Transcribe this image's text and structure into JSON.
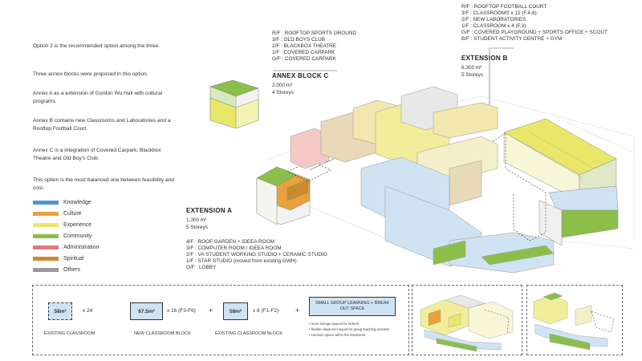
{
  "intro": {
    "p1": "Option 2 is the recommended option among the three.",
    "p2": "Three annex blocks were proposed in this option.",
    "p3": "Annex A as a extension of Gordon Wu Hall with cultural programs.",
    "p4": "Annex B contains new Classrooms and Laboratories and a Rooftop Football Court.",
    "p5": "Annex C is a integration of Covered Carpark, Blackbox Theatre and Old Boy's Club.",
    "p6": "This option is the most balanced one between feasibility and cost."
  },
  "legend": [
    {
      "label": "Knowledge",
      "color": "#4f98c9"
    },
    {
      "label": "Culture",
      "color": "#e9a23b"
    },
    {
      "label": "Experience",
      "color": "#e9e76a"
    },
    {
      "label": "Community",
      "color": "#8cbf4a"
    },
    {
      "label": "Administration",
      "color": "#e07a7a"
    },
    {
      "label": "Spiritual",
      "color": "#c98b2f"
    },
    {
      "label": "Others",
      "color": "#999999"
    }
  ],
  "annex_c": {
    "floors": [
      "R/F : ROOFTOP SPORTS GROUND",
      "3/F : OLD BOYS CLUB",
      "2/F : BLACKBOX THEATRE",
      "1/F : COVERED CARPARK",
      "G/F : COVERED CARPARK"
    ],
    "title": "ANNEX BLOCK C",
    "area": "2,000 m²",
    "storeys": "4 Storeys"
  },
  "extension_b": {
    "floors": [
      "R/F : ROOFTOP FOOTBALL COURT",
      "3/F : CLASSROOMS x 12 (F.4-6)",
      "2/F : NEW LABORATORIES",
      "1/F : CLASSROOM x 4 (F.3)",
      "G/F : COVERED PLAYGROUND + SPORTS OFFICE + SCOUT",
      "B/F : STUDENT ACTIVITY CENTRE + GYM"
    ],
    "title": "EXTENSION B",
    "area": "6,300 m²",
    "storeys": "5 Storeys"
  },
  "extension_a": {
    "title": "EXTENSION A",
    "area": "1,300 m²",
    "storeys": "5 Storeys",
    "floors": [
      "4/F : ROOF GARDEN + IDEEA ROOM",
      "3/F : COMPUTER ROOM / IDEEA ROOM",
      "2/F : VA STUDENT WORKING STUDIO + CERAMIC STUDIO",
      "1/F : STAR STUDIO (moved from existing GWH)",
      "G/F : LOBBY"
    ]
  },
  "classrooms": {
    "existing_area": "58m²",
    "existing_mult": "x 24",
    "existing_cap": "EXISTING CLASSROOM",
    "new_area": "67.5m²",
    "new_mult": "x 16 (F3-F6)",
    "new_cap": "NEW CLASSROOM BLOCK",
    "exist_block_area": "58m²",
    "exist_block_mult": "x 8 (F1-F2)",
    "exist_block_cap": "EXISTING CLASSROOM BLOCK",
    "plus1": "+",
    "plus2": "+",
    "small_group": "SMALL GROUP LEARNING + BREAK OUT SPACE",
    "bullets": [
      "more storage spaces for lockers",
      "flexible classroom layout for group teaching activities",
      "common space within the classroom"
    ]
  }
}
